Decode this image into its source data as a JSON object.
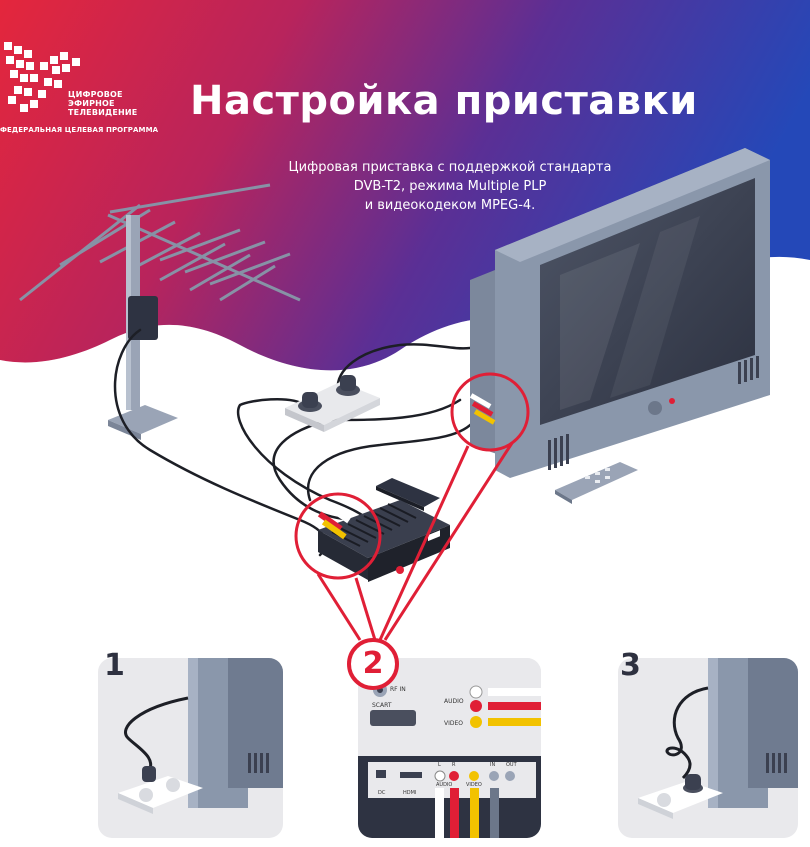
{
  "logo": {
    "line1": "ЦИФРОВОЕ",
    "line2": "ЭФИРНОЕ",
    "line3": "ТЕЛЕВИДЕНИЕ",
    "program": "ФЕДЕРАЛЬНАЯ ЦЕЛЕВАЯ ПРОГРАММА"
  },
  "title": "Настройка приставки",
  "subtitle": {
    "line1": "Цифровая приставка с поддержкой стандарта",
    "line2": "DVB-T2, режима Multiple PLP",
    "line3": "и видеокодеком MPEG-4."
  },
  "steps": [
    {
      "number": "1"
    },
    {
      "number": "2"
    },
    {
      "number": "3"
    }
  ],
  "panel2": {
    "rf_in": "RF IN",
    "scart": "SCART",
    "audio": "AUDIO",
    "video": "VIDEO",
    "dc": "DC",
    "hdmi": "HDMI",
    "audio2": "AUDIO",
    "video2": "VIDEO",
    "in": "IN",
    "out": "OUT",
    "l": "L",
    "r": "R"
  },
  "colors": {
    "accent_red": "#e01f36",
    "brand_blue": "#2a3ba8",
    "tv_grey": "#8a97ab"
  }
}
